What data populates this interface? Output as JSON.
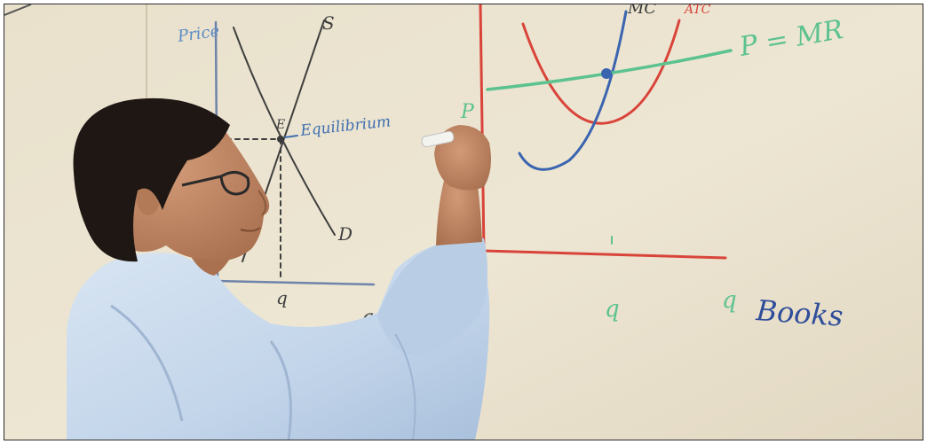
{
  "photo": {
    "subject": "instructor-at-whiteboard",
    "left_graph": {
      "axis_y_label": "Price",
      "axis_x_label": "q",
      "qty_tick": "q",
      "supply_label": "S",
      "demand_label": "D",
      "eq_point_label": "E",
      "eq_annotation": "Equilibrium"
    },
    "right_graph": {
      "mc_label": "MC",
      "atc_label": "ATC",
      "price_line_label": "P = MR",
      "price_tick": "P",
      "qty_tick": "q",
      "axis_x_tick": "q",
      "axis_x_unit": "Books"
    },
    "colors": {
      "board": "#ebe3cf",
      "red_marker": "#d9443a",
      "green_marker": "#5cc28f",
      "blue_marker": "#3a64b0",
      "shirt": "#c9d9ec",
      "hair": "#1e1714",
      "skin": "#c68c6a"
    }
  }
}
